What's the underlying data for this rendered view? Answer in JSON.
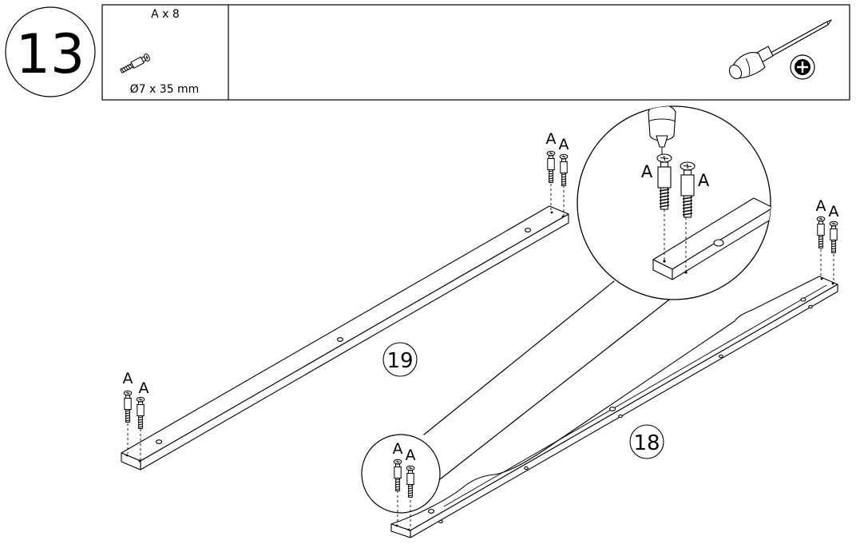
{
  "step": {
    "number": "13"
  },
  "parts_box": {
    "quantity_label": "A x 8",
    "dimension_label": "Ø7 x 35 mm"
  },
  "tools": {
    "screwdriver_icon": "phillips-screwdriver-icon",
    "bit_icon": "phillips-head-icon"
  },
  "callout_labels": {
    "rail_19": "19",
    "rail_18": "18",
    "fitting": "A"
  },
  "colors": {
    "line": "#000000",
    "background": "#ffffff"
  }
}
